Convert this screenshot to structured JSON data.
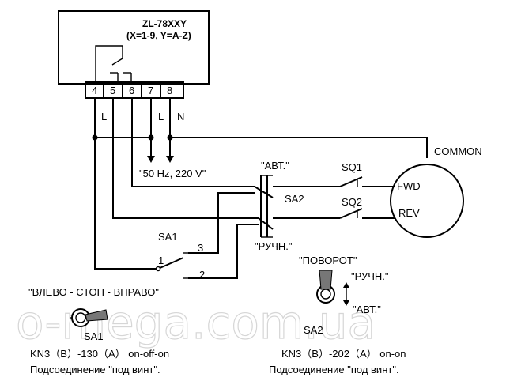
{
  "relay": {
    "model": "ZL-78XXY",
    "variants": "(X=1-9, Y=A-Z)",
    "terminals": [
      "4",
      "5",
      "6",
      "7",
      "8"
    ],
    "line_labels": [
      "L",
      "L",
      "N"
    ]
  },
  "supply": "\"50 Hz, 220 V\"",
  "motor": {
    "common": "COMMON",
    "fwd": "FWD",
    "rev": "REV"
  },
  "limits": {
    "sq1": "SQ1",
    "sq2": "SQ2"
  },
  "selector_sa2": {
    "name": "SA2",
    "auto": "\"АВТ.\"",
    "manual": "\"РУЧН.\""
  },
  "switch_sa1": {
    "name": "SA1",
    "pins": [
      "1",
      "2",
      "3"
    ],
    "caption": "\"ВЛЕВО - СТОП - ВПРАВО\"",
    "part": "KN3（B）-130（A） on-off-on",
    "mount": "Подсоединение \"под винт\"."
  },
  "switch_sa2": {
    "name": "SA2",
    "caption": "\"ПОВОРОТ\"",
    "manual": "\"РУЧН.\"",
    "auto": "\"АВТ.\"",
    "part": "KN3（B）-202（A） on-on",
    "mount": "Подсоединение \"под винт\"."
  },
  "watermark": "o-mega.com.ua"
}
